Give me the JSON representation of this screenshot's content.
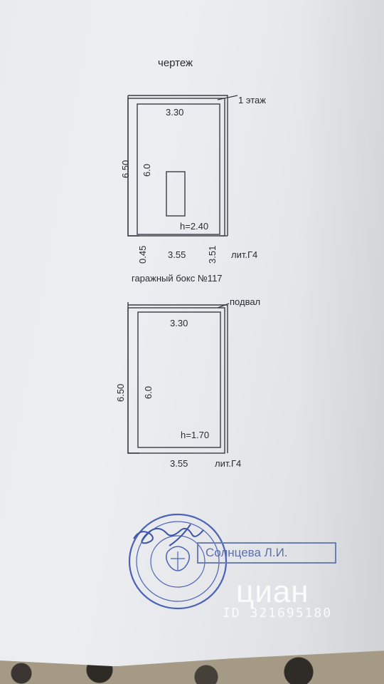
{
  "document": {
    "title": "чертеж",
    "floor1": {
      "label": "1 этаж",
      "top_width": "3.30",
      "outer_height": "6.50",
      "inner_height": "6.0",
      "ceiling": "h=2.40",
      "bottom_left": "0.45",
      "bottom_width": "3.55",
      "bottom_right": "3.51",
      "lit": "лит.Г4"
    },
    "box_label": "гаражный бокс №117",
    "basement": {
      "label": "подвал",
      "top_width": "3.30",
      "outer_height": "6.50",
      "inner_height": "6.0",
      "ceiling": "h=1.70",
      "bottom_width": "3.55",
      "lit": "лит.Г4"
    },
    "signature_name": "Солнцева Л.И.",
    "stamp_color": "#4a63b8"
  },
  "watermark": {
    "logo": "циан",
    "id_text": "ID 321695180"
  }
}
